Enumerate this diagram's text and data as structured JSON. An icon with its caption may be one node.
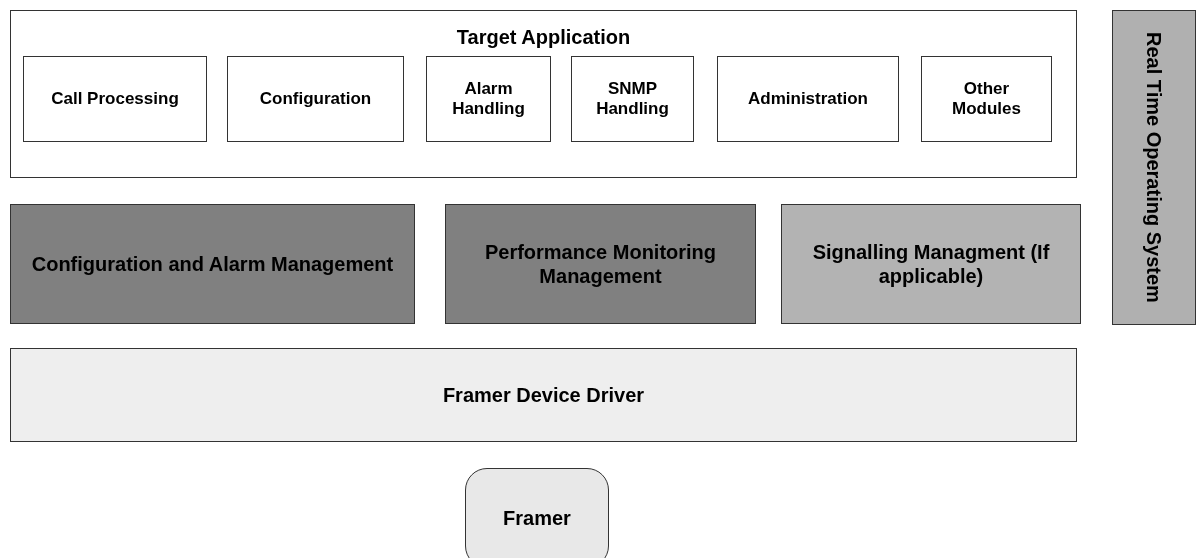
{
  "diagram": {
    "nodes": [
      {
        "text": [
          "Target Application"
        ]
      },
      {
        "text": [
          "Call Processing"
        ],
        "in": 0
      },
      {
        "text": [
          "Configuration"
        ],
        "in": 0
      },
      {
        "text": [
          "Alarm Handling"
        ],
        "in": 0
      },
      {
        "text": [
          "SNMP Handling"
        ],
        "in": 0
      },
      {
        "text": [
          "Administration"
        ],
        "in": 0
      },
      {
        "text": [
          "Other Modules"
        ],
        "in": 0
      },
      {
        "text": [
          "Real Time Operating System"
        ]
      },
      {
        "text": [
          "Configuration and Alarm Management"
        ]
      },
      {
        "text": [
          "Performance Monitoring Management"
        ]
      },
      {
        "text": [
          "Signalling Managment (If applicable)"
        ]
      },
      {
        "text": [
          "Framer Device Driver"
        ]
      },
      {
        "text": [
          "Framer"
        ]
      }
    ]
  }
}
